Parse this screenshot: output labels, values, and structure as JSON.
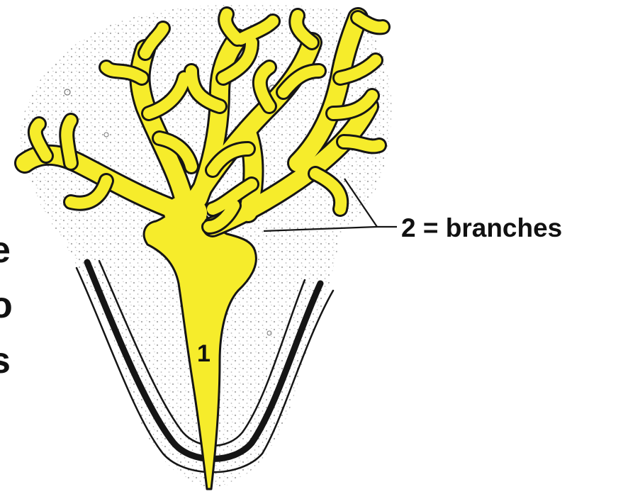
{
  "colors": {
    "duct_fill": "#f6ec2b",
    "outline": "#151515",
    "stroma_dots": "#8a8a8a",
    "background": "#ffffff"
  },
  "labels": {
    "branches": "2 = branches",
    "duct_number": "1"
  },
  "cut_off_text": [
    "e",
    "o",
    "s"
  ]
}
